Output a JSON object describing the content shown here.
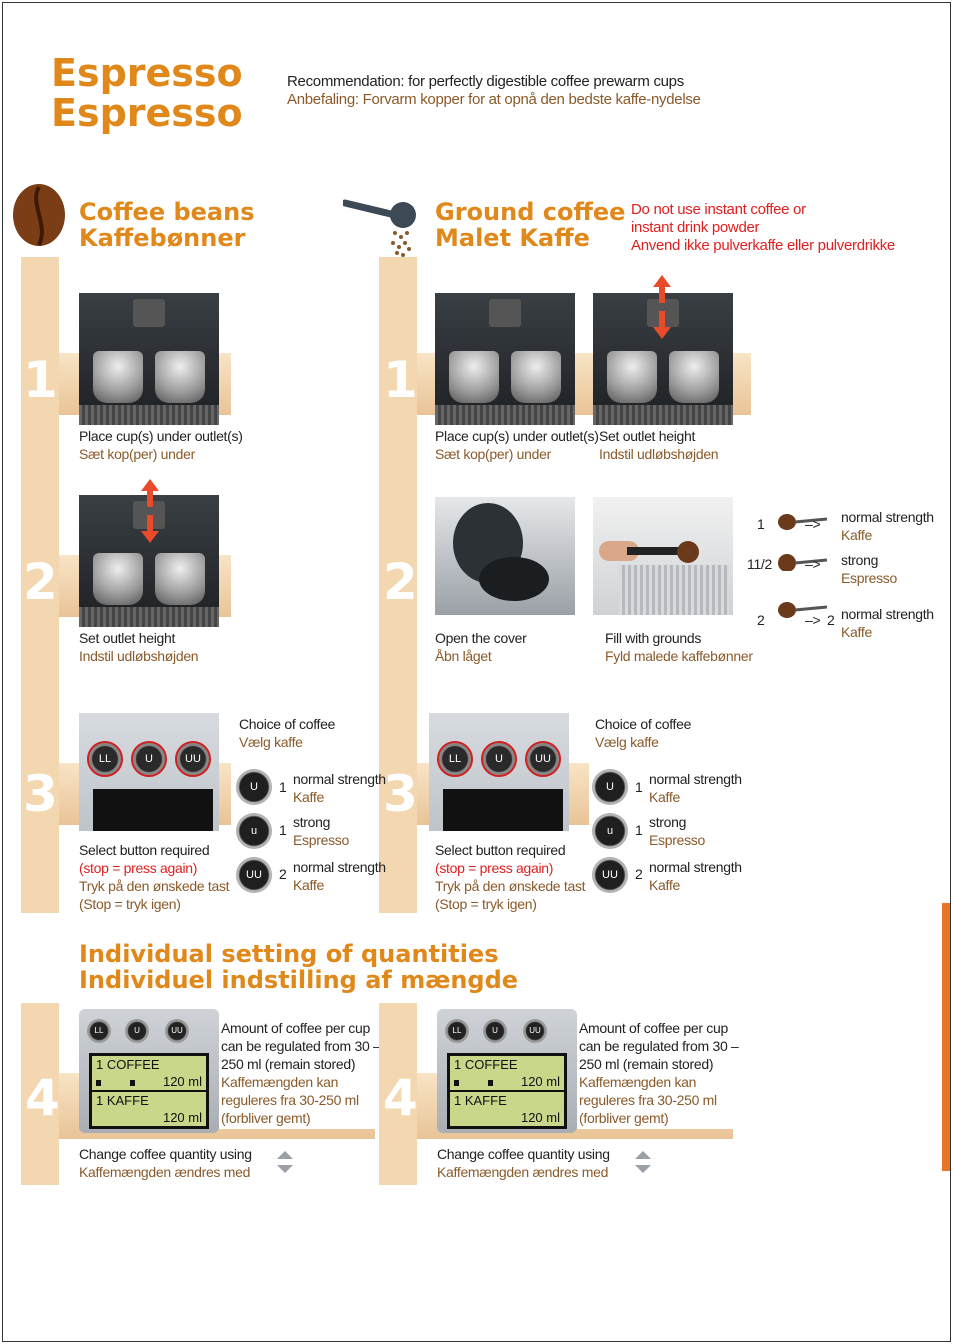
{
  "header": {
    "title_en": "Espresso",
    "title_da": "Espresso",
    "recommendation_en": "Recommendation: for perfectly digestible coffee prewarm cups",
    "recommendation_da": "Anbefaling: Forvarm kopper for at opnå den bedste kaffe-nydelse"
  },
  "beans": {
    "heading_en": "Coffee beans",
    "heading_da": "Kaffebønner",
    "step1": {
      "num": "1",
      "en": "Place cup(s) under outlet(s)",
      "da": "Sæt kop(per) under"
    },
    "step2": {
      "num": "2",
      "en": "Set outlet height",
      "da": "Indstil udløbshøjden"
    },
    "step3": {
      "num": "3",
      "choice_en": "Choice of coffee",
      "choice_da": "Vælg kaffe",
      "select_en": "Select button required",
      "stop_en": "(stop = press again)",
      "select_da": "Tryk på den ønskede tast",
      "stop_da": "(Stop = tryk igen)",
      "options": [
        {
          "count": "1",
          "en": "normal strength",
          "da": "Kaffe"
        },
        {
          "count": "1",
          "en": "strong",
          "da": "Espresso"
        },
        {
          "count": "2",
          "en": "normal strength",
          "da": "Kaffe"
        }
      ]
    }
  },
  "ground": {
    "heading_en": "Ground coffee",
    "heading_da": "Malet Kaffe",
    "warning_en1": "Do not use instant coffee or",
    "warning_en2": "instant drink powder",
    "warning_da": "Anvend ikke pulverkaffe eller pulverdrikke",
    "step1": {
      "num": "1",
      "a_en": "Place cup(s) under outlet(s)",
      "a_da": "Sæt kop(per) under",
      "b_en": "Set outlet height",
      "b_da": "Indstil udløbshøjden"
    },
    "step2": {
      "num": "2",
      "a_en": "Open the cover",
      "a_da": "Åbn låget",
      "b_en": "Fill with grounds",
      "b_da": "Fyld malede kaffebønner",
      "scoops": [
        {
          "qty": "1",
          "arrow": "–>",
          "result": "",
          "en": "normal strength",
          "da": "Kaffe"
        },
        {
          "qty": "11/2",
          "arrow": "–>",
          "result": "",
          "en": "strong",
          "da": "Espresso"
        },
        {
          "qty": "2",
          "arrow": "–>",
          "result": "2",
          "en": "normal strength",
          "da": "Kaffe"
        }
      ]
    },
    "step3": {
      "num": "3",
      "choice_en": "Choice of coffee",
      "choice_da": "Vælg kaffe",
      "select_en": "Select button required",
      "stop_en": "(stop = press again)",
      "select_da": "Tryk på den ønskede tast",
      "stop_da": "(Stop = tryk igen)",
      "options": [
        {
          "count": "1",
          "en": "normal strength",
          "da": "Kaffe"
        },
        {
          "count": "1",
          "en": "strong",
          "da": "Espresso"
        },
        {
          "count": "2",
          "en": "normal strength",
          "da": "Kaffe"
        }
      ]
    }
  },
  "individual": {
    "heading_en": "Individual setting of quantities",
    "heading_da": "Individuel indstilling af mængde",
    "num": "4",
    "lcd_row1": "1 COFFEE",
    "lcd_row2": "1 KAFFE",
    "lcd_value": "120 ml",
    "amount_en": [
      "Amount of coffee per cup",
      "can be regulated from 30 –",
      "250 ml (remain stored)"
    ],
    "amount_da": [
      "Kaffemængden kan",
      "reguleres fra 30-250 ml",
      "(forbliver gemt)"
    ],
    "change_en": "Change coffee quantity using",
    "change_da": "Kaffemængden ændres med"
  },
  "colors": {
    "accent": "#e0881a",
    "warning": "#e02020",
    "band": "#f3d7b0"
  }
}
